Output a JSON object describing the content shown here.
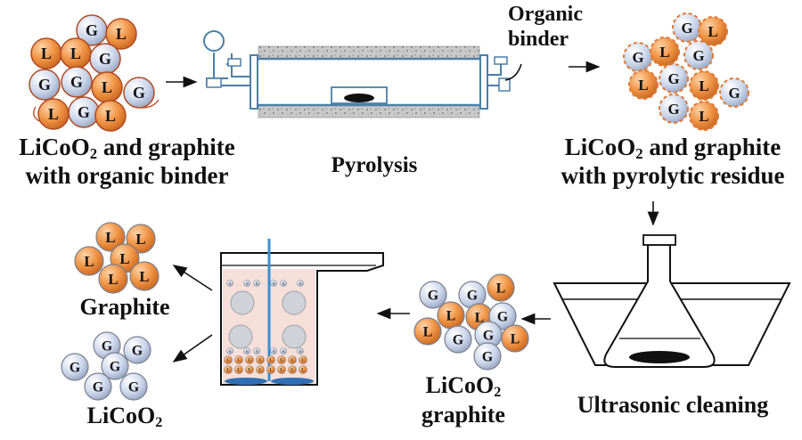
{
  "labels": {
    "tl_line1_a": "LiCoO",
    "tl_line1_sub": "2",
    "tl_line1_b": " and graphite",
    "tl_line2": "with organic binder",
    "pyrolysis": "Pyrolysis",
    "organic_binder_1": "Organic",
    "organic_binder_2": "binder",
    "tr_line1_a": "LiCoO",
    "tr_line1_sub": "2",
    "tr_line1_b": " and graphite",
    "tr_line2": "with pyrolytic residue",
    "ultrasonic": "Ultrasonic cleaning",
    "mid_line1_a": "LiCoO",
    "mid_line1_sub": "2",
    "mid_line2": "graphite",
    "graphite": "Graphite",
    "licoo2_a": "LiCoO",
    "licoo2_sub": "2"
  },
  "particle_letters": {
    "graphite": "G",
    "licoo2": "L"
  },
  "colors": {
    "licoo2_particle": "#e8873a",
    "graphite_particle": "#c5d1e6",
    "particle_outline": "#7a8190",
    "binder_outline": "#c0502a",
    "residue_dash": "#e07a36",
    "furnace_insulation": "#b9b9b9",
    "tank_liquid": "#f3dcd6",
    "probe": "#3b8fd0",
    "sample": "#111111"
  }
}
